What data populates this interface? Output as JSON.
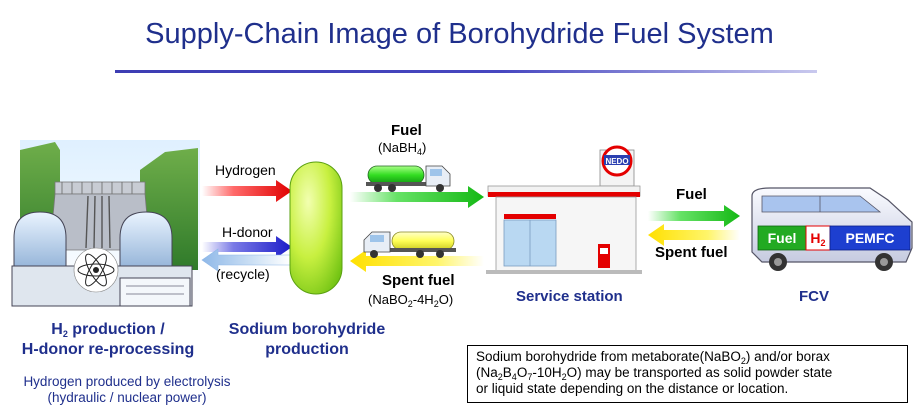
{
  "title": "Supply-Chain Image of Borohydride Fuel System",
  "arrows": {
    "hydrogen": "Hydrogen",
    "h_donor": "H-donor",
    "recycle": "(recycle)"
  },
  "fuel_top": {
    "label": "Fuel",
    "formula": [
      "(NaBH",
      "4",
      ")"
    ]
  },
  "spent_bottom": {
    "label": "Spent fuel",
    "formula": [
      "(NaBO",
      "2",
      "-4H",
      "2",
      "O)"
    ]
  },
  "fcv_arrows": {
    "fuel": "Fuel",
    "spent": "Spent fuel"
  },
  "station": {
    "label": "Service station",
    "sign": "NEDO"
  },
  "fcv": {
    "label": "FCV",
    "fuel_chip": "Fuel",
    "h2_chip": [
      "H",
      "2"
    ],
    "pemfc_chip": "PEMFC"
  },
  "left_caption": {
    "line1": [
      "H",
      "2",
      " production /"
    ],
    "line2": "H-donor re-processing",
    "sub1": "Hydrogen produced by electrolysis",
    "sub2": "(hydraulic / nuclear power)"
  },
  "middle_caption": {
    "line1": "Sodium borohydride",
    "line2": "production"
  },
  "note": {
    "l1": [
      "Sodium borohydride from metaborate(NaBO",
      "2",
      ") and/or borax"
    ],
    "l2": [
      "(Na",
      "2",
      "B",
      "4",
      "O",
      "7",
      "-10H",
      "2",
      "O) may be transported as solid powder state"
    ],
    "l3": "or liquid state depending on the distance or location."
  },
  "colors": {
    "title": "#1f2f8c",
    "arrow_red": "#ff0000",
    "arrow_blue": "#2020d0",
    "arrow_green": "#22cc22",
    "arrow_yellow": "#ffee00",
    "tank_green": "#22dd22",
    "tank_yellow": "#ffff44"
  }
}
